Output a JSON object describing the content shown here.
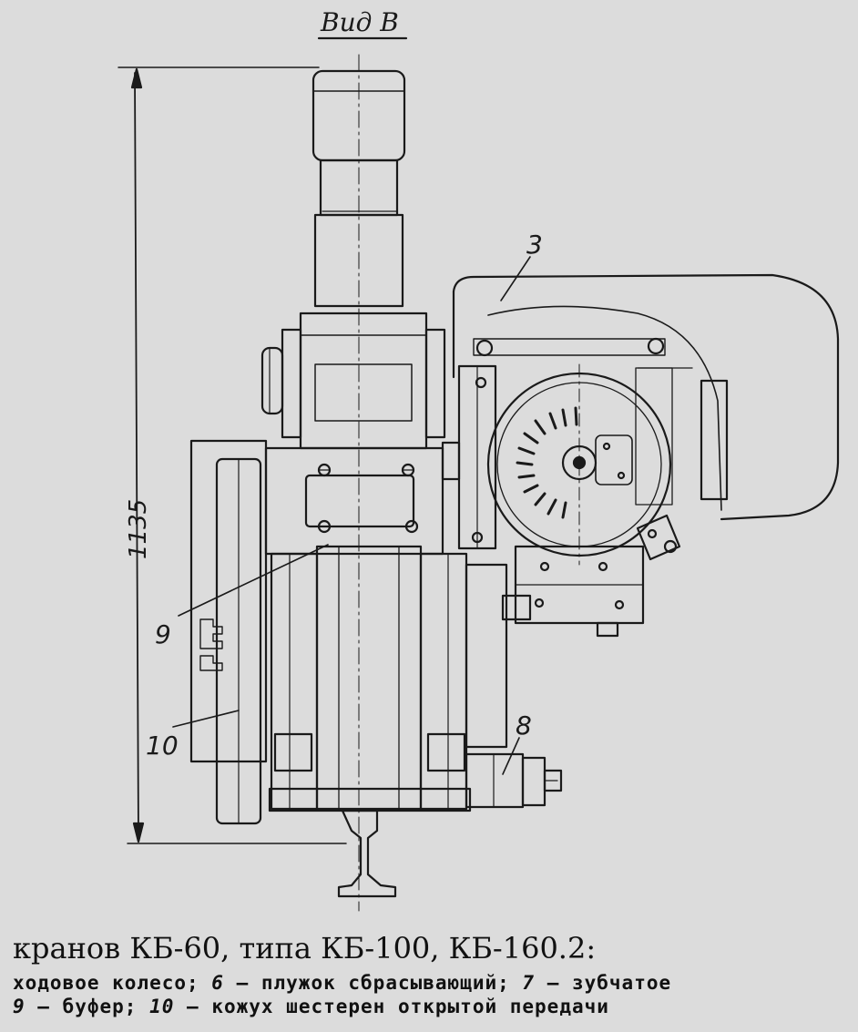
{
  "view_title": "Вид В",
  "dimension": {
    "value": "1135"
  },
  "callouts": [
    {
      "id": "c3",
      "label": "3"
    },
    {
      "id": "c8",
      "label": "8"
    },
    {
      "id": "c9",
      "label": "9"
    },
    {
      "id": "c10",
      "label": "10"
    }
  ],
  "caption": {
    "line1": "кранов КБ-60, типа КБ-100, КБ-160.2:",
    "line2_a": "ходовое колесо; ",
    "line2_num6": "6",
    "line2_b": " — плужок сбрасывающий; ",
    "line2_num7": "7",
    "line2_c": " — зубчатое",
    "line3_num9": "9",
    "line3_a": " — буфер; ",
    "line3_num10": "10",
    "line3_b": " — кожух  шестерен открытой передачи"
  }
}
